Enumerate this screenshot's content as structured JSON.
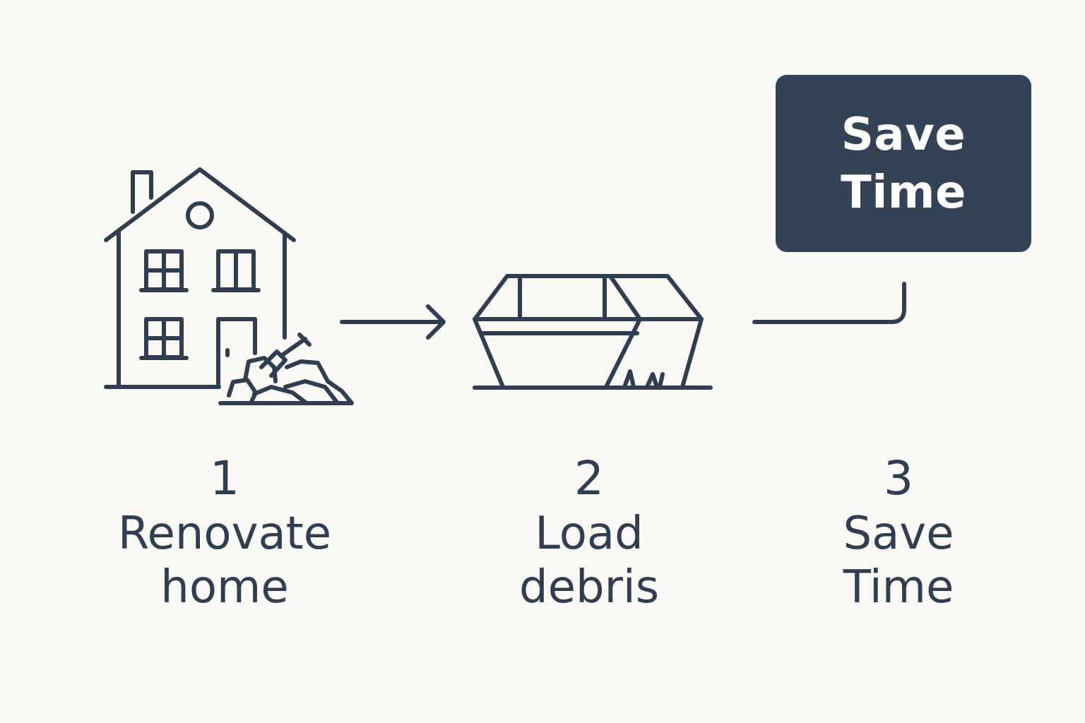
{
  "callout": {
    "text": "Save Time"
  },
  "steps": [
    {
      "number": "1",
      "label": "Renovate home"
    },
    {
      "number": "2",
      "label": "Load debris"
    },
    {
      "number": "3",
      "label": "Save Time"
    }
  ],
  "icons": {
    "step1": "house-renovation-icon",
    "step2": "skip-bin-icon",
    "arrow": "arrow-right-icon",
    "connector": "elbow-connector-icon"
  },
  "colors": {
    "background": "#fbfaf7",
    "ink": "#2f3e50",
    "callout_fill": "#334255",
    "callout_text": "#ffffff"
  }
}
